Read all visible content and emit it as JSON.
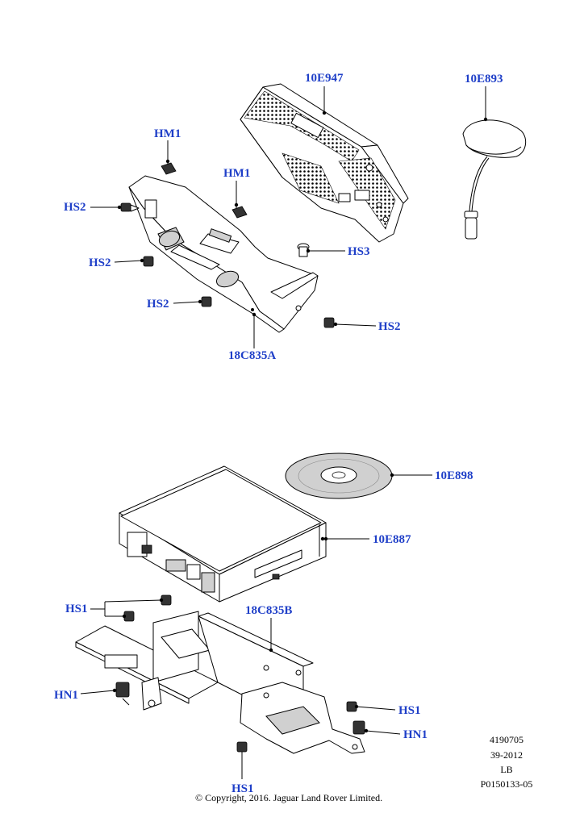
{
  "colors": {
    "callout": "#1f3fc8",
    "line": "#000000"
  },
  "callouts": {
    "c10E947": "10E947",
    "c10E893": "10E893",
    "hm1_a": "HM1",
    "hm1_b": "HM1",
    "hs2_a": "HS2",
    "hs2_b": "HS2",
    "hs2_c": "HS2",
    "hs2_d": "HS2",
    "hs3": "HS3",
    "c18C835A": "18C835A",
    "c10E898": "10E898",
    "c10E887": "10E887",
    "hs1_a": "HS1",
    "c18C835B": "18C835B",
    "hn1_a": "HN1",
    "hs1_b": "HS1",
    "hn1_b": "HN1",
    "hs1_c": "HS1"
  },
  "footer": {
    "ref_number": "4190705",
    "date_code": "39-2012",
    "side": "LB",
    "illustration_id": "P0150133-05",
    "copyright": "© Copyright, 2016. Jaguar Land Rover Limited."
  }
}
